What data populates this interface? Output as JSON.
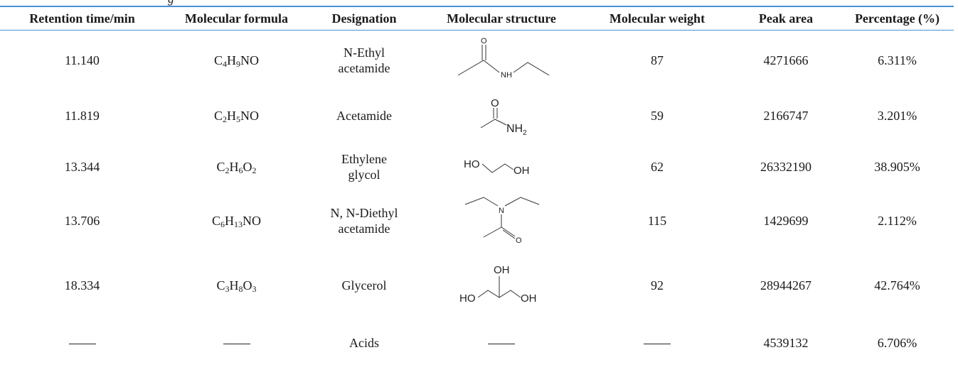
{
  "caption": "g",
  "headers": [
    "Retention time/min",
    "Molecular formula",
    "Designation",
    "Molecular structure",
    "Molecular weight",
    "Peak area",
    "Percentage (%)"
  ],
  "rows": [
    {
      "rt": "11.140",
      "formula": [
        {
          "t": "C"
        },
        {
          "s": "4"
        },
        {
          "t": "H"
        },
        {
          "s": "9"
        },
        {
          "t": "NO"
        }
      ],
      "designation": [
        "N-Ethyl",
        "acetamide"
      ],
      "structure": "n-ethyl-acetamide",
      "atoms": {
        "o": "O",
        "nh": "NH"
      },
      "mw": "87",
      "area": "4271666",
      "pct": "6.311%"
    },
    {
      "rt": "11.819",
      "formula": [
        {
          "t": "C"
        },
        {
          "s": "2"
        },
        {
          "t": "H"
        },
        {
          "s": "5"
        },
        {
          "t": "NO"
        }
      ],
      "designation": [
        "Acetamide"
      ],
      "structure": "acetamide",
      "atoms": {
        "o": "O",
        "nh": "NH",
        "sub2": "2"
      },
      "mw": "59",
      "area": "2166747",
      "pct": "3.201%"
    },
    {
      "rt": "13.344",
      "formula": [
        {
          "t": "C"
        },
        {
          "s": "2"
        },
        {
          "t": "H"
        },
        {
          "s": "6"
        },
        {
          "t": "O"
        },
        {
          "s": "2"
        }
      ],
      "designation": [
        "Ethylene",
        "glycol"
      ],
      "structure": "ethylene-glycol",
      "atoms": {
        "ho": "HO",
        "oh": "OH"
      },
      "mw": "62",
      "area": "26332190",
      "pct": "38.905%"
    },
    {
      "rt": "13.706",
      "formula": [
        {
          "t": "C"
        },
        {
          "s": "6"
        },
        {
          "t": "H"
        },
        {
          "s": "13"
        },
        {
          "t": "NO"
        }
      ],
      "designation": [
        "N, N-Diethyl",
        "acetamide"
      ],
      "structure": "n-n-diethyl-acetamide",
      "atoms": {
        "n": "N",
        "o": "O"
      },
      "mw": "115",
      "area": "1429699",
      "pct": "2.112%"
    },
    {
      "rt": "18.334",
      "formula": [
        {
          "t": "C"
        },
        {
          "s": "3"
        },
        {
          "t": "H"
        },
        {
          "s": "8"
        },
        {
          "t": "O"
        },
        {
          "s": "3"
        }
      ],
      "designation": [
        "Glycerol"
      ],
      "structure": "glycerol",
      "atoms": {
        "oh_top": "OH",
        "ho": "HO",
        "oh": "OH"
      },
      "mw": "92",
      "area": "28944267",
      "pct": "42.764%"
    },
    {
      "rt": "",
      "formula": [],
      "designation": [
        "Acids"
      ],
      "structure": "",
      "mw": "",
      "area": "4539132",
      "pct": "6.706%"
    }
  ]
}
